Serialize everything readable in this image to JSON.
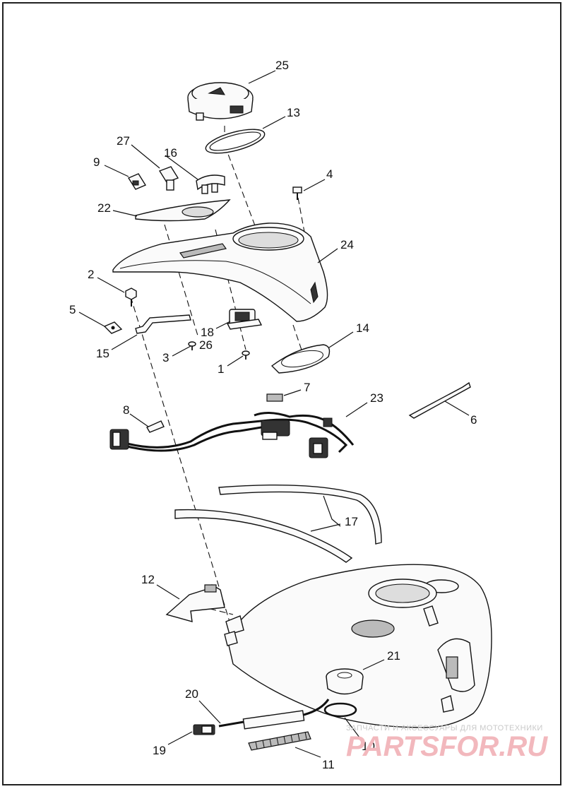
{
  "diagram": {
    "callouts": [
      {
        "id": "25",
        "label": "25"
      },
      {
        "id": "13",
        "label": "13"
      },
      {
        "id": "27",
        "label": "27"
      },
      {
        "id": "16",
        "label": "16"
      },
      {
        "id": "9",
        "label": "9"
      },
      {
        "id": "4",
        "label": "4"
      },
      {
        "id": "22",
        "label": "22"
      },
      {
        "id": "24",
        "label": "24"
      },
      {
        "id": "2",
        "label": "2"
      },
      {
        "id": "5",
        "label": "5"
      },
      {
        "id": "18",
        "label": "18"
      },
      {
        "id": "26",
        "label": "26"
      },
      {
        "id": "15",
        "label": "15"
      },
      {
        "id": "3",
        "label": "3"
      },
      {
        "id": "14",
        "label": "14"
      },
      {
        "id": "1",
        "label": "1"
      },
      {
        "id": "7",
        "label": "7"
      },
      {
        "id": "23",
        "label": "23"
      },
      {
        "id": "8",
        "label": "8"
      },
      {
        "id": "6",
        "label": "6"
      },
      {
        "id": "17",
        "label": "17"
      },
      {
        "id": "12",
        "label": "12"
      },
      {
        "id": "21",
        "label": "21"
      },
      {
        "id": "20",
        "label": "20"
      },
      {
        "id": "19",
        "label": "19"
      },
      {
        "id": "10",
        "label": "10"
      },
      {
        "id": "11",
        "label": "11"
      }
    ],
    "watermark": {
      "subtitle": "ЗАПЧАСТИ И АКСЕССУАРЫ ДЛЯ МОТОТЕХНИКИ",
      "logo": "PARTSFOR.RU"
    }
  }
}
